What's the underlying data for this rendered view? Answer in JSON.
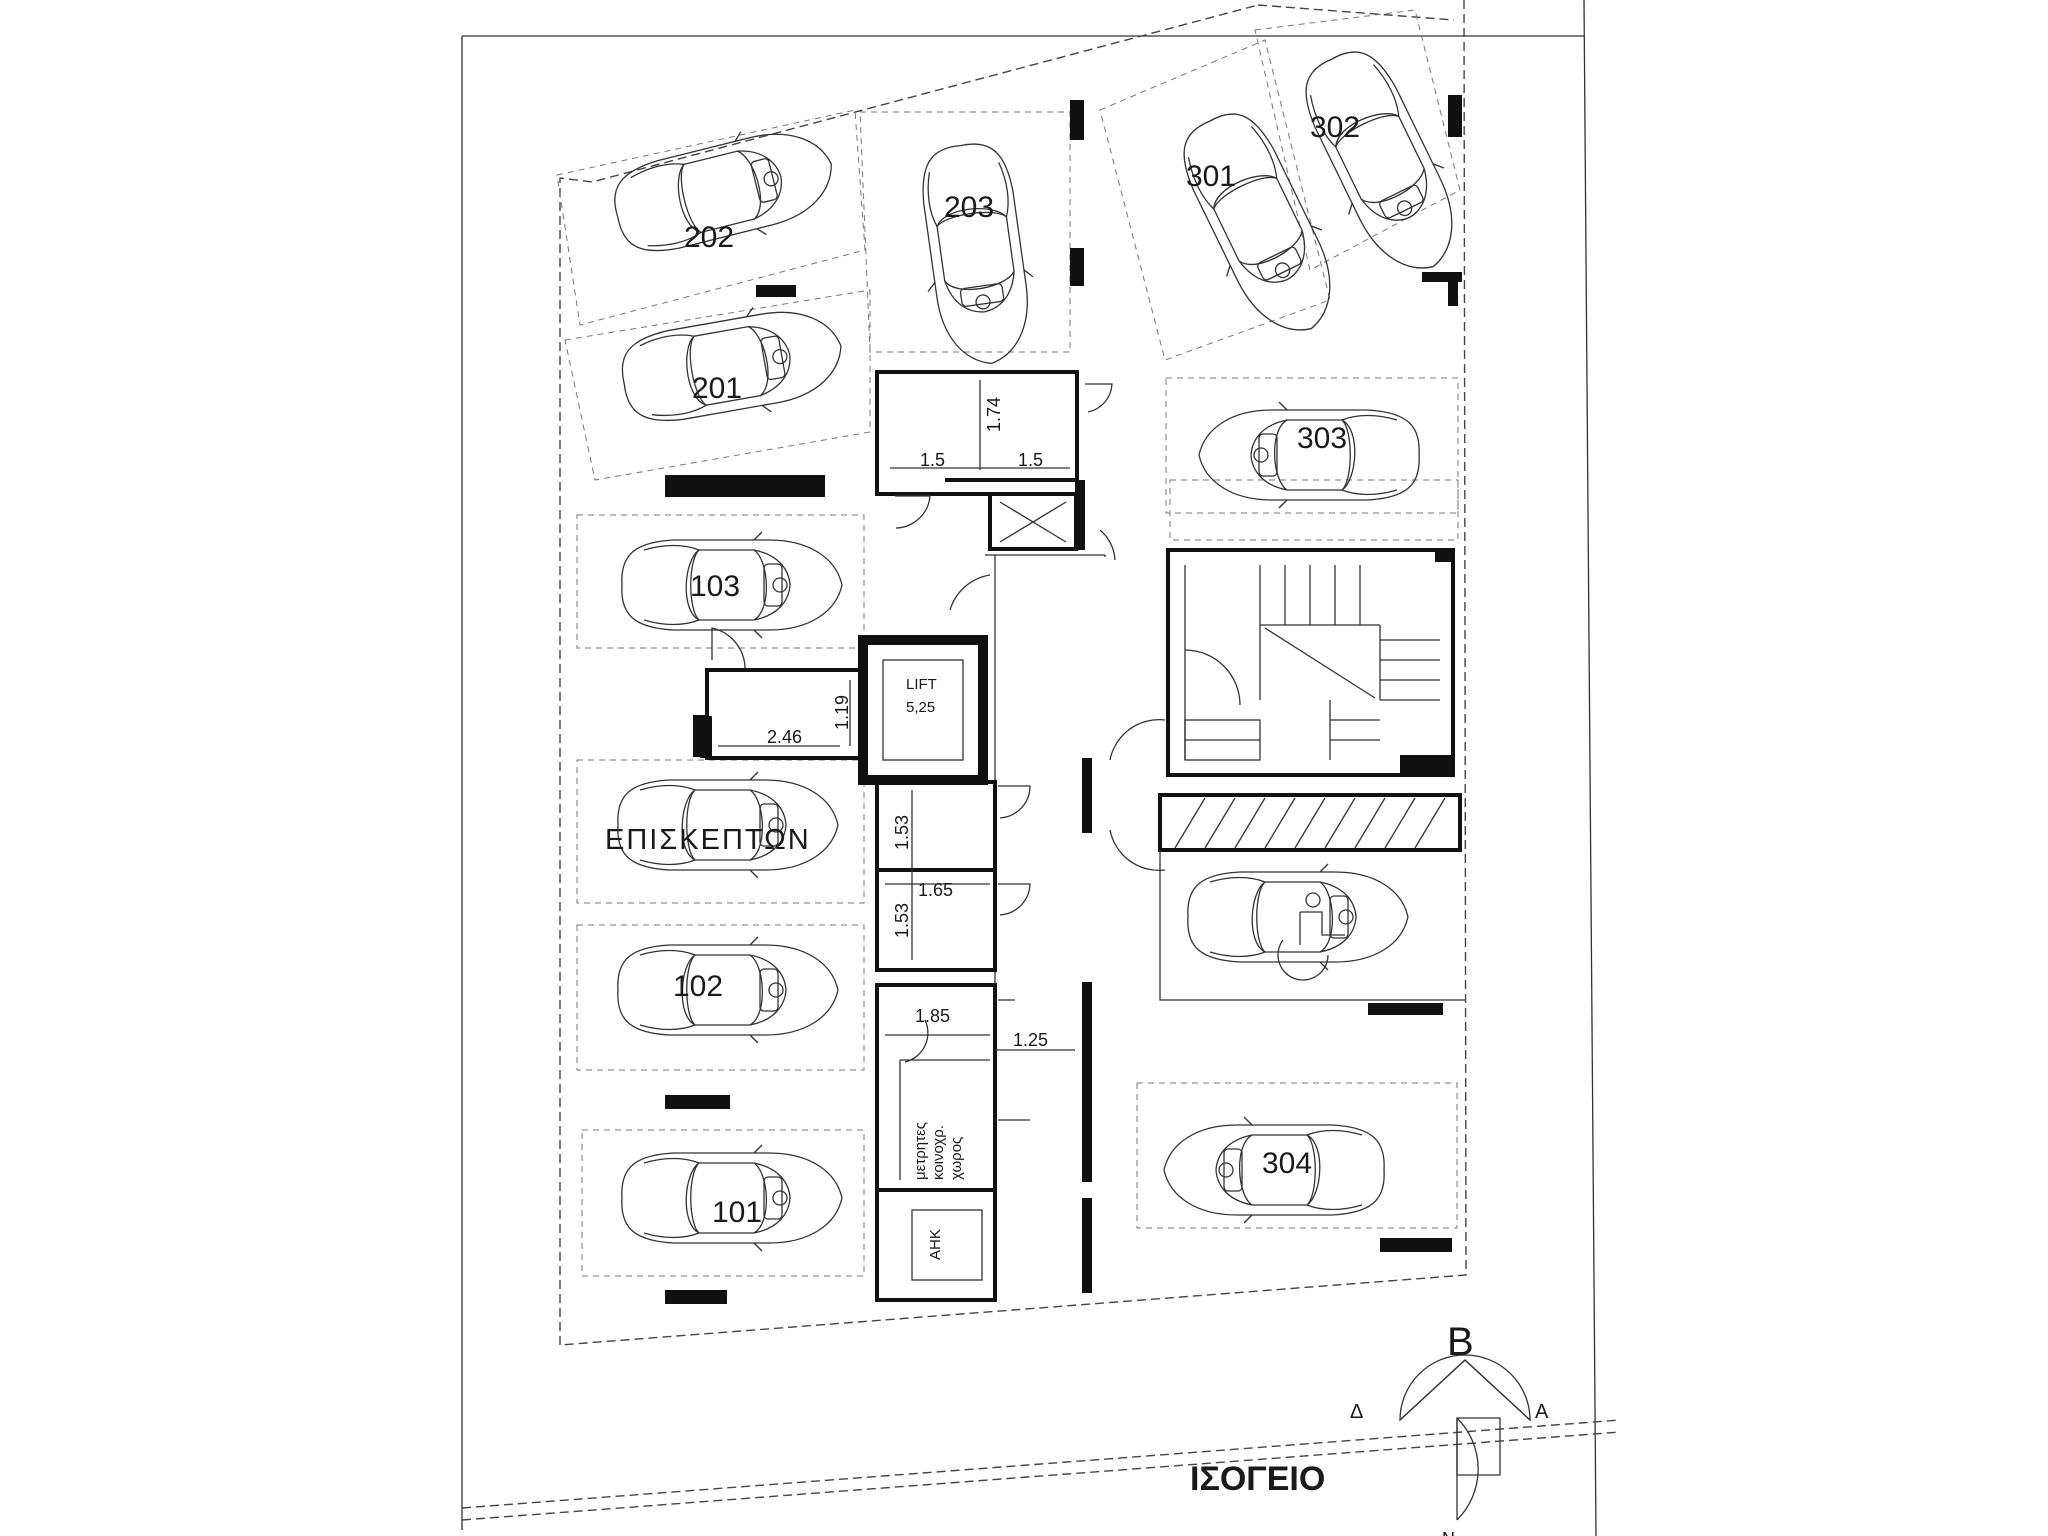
{
  "plan": {
    "title": "ΙΣΟΓΕΙΟ",
    "visitor_label": "ΕΠΙΣΚΕΠΤΩΝ",
    "lift_label": "LIFT",
    "lift_area": "5,25",
    "meters_room": [
      "μετρητες",
      "κοινοχρ.",
      "χωρος"
    ],
    "ahk_label": "ΑΗΚ",
    "compass": {
      "north": "Β",
      "south": "Ν",
      "east": "Α",
      "west": "Δ"
    },
    "parking_spaces": [
      "101",
      "102",
      "103",
      "201",
      "202",
      "203",
      "301",
      "302",
      "303",
      "304"
    ],
    "dimensions": {
      "storage_w1": "1.5",
      "storage_w2": "1.5",
      "storage_h": "1.74",
      "room_w": "2.46",
      "room_h": "1.19",
      "wc_h1": "1.53",
      "wc_h2": "1.53",
      "wc_w": "1.65",
      "meter_w": "1.85",
      "corridor_w": "1.25"
    }
  }
}
